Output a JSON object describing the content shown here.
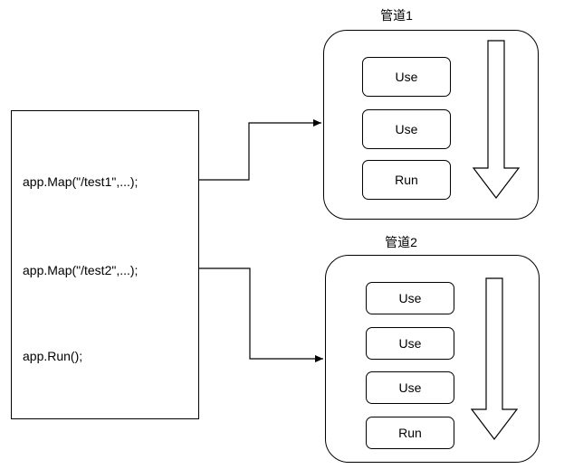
{
  "source": {
    "lines": [
      "app.Map(\"/test1\",...);",
      "app.Map(\"/test2\",...);",
      "app.Run();"
    ]
  },
  "pipeline1": {
    "title": "管道1",
    "steps": [
      "Use",
      "Use",
      "Run"
    ]
  },
  "pipeline2": {
    "title": "管道2",
    "steps": [
      "Use",
      "Use",
      "Use",
      "Run"
    ]
  }
}
